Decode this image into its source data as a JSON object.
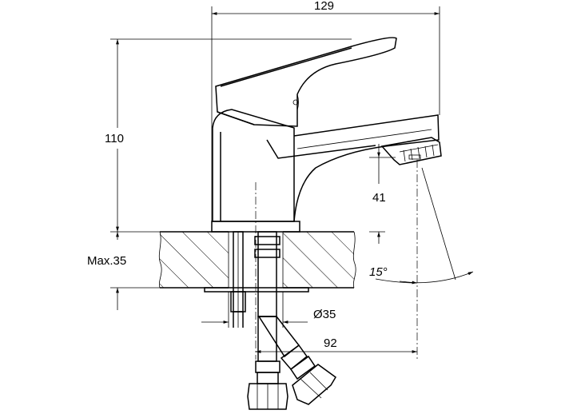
{
  "dimensions": {
    "width_top": "129",
    "height": "110",
    "spout_clearance": "41",
    "max_thickness": "Max.35",
    "hole_diameter": "Ø35",
    "reach": "92",
    "angle": "15°"
  }
}
